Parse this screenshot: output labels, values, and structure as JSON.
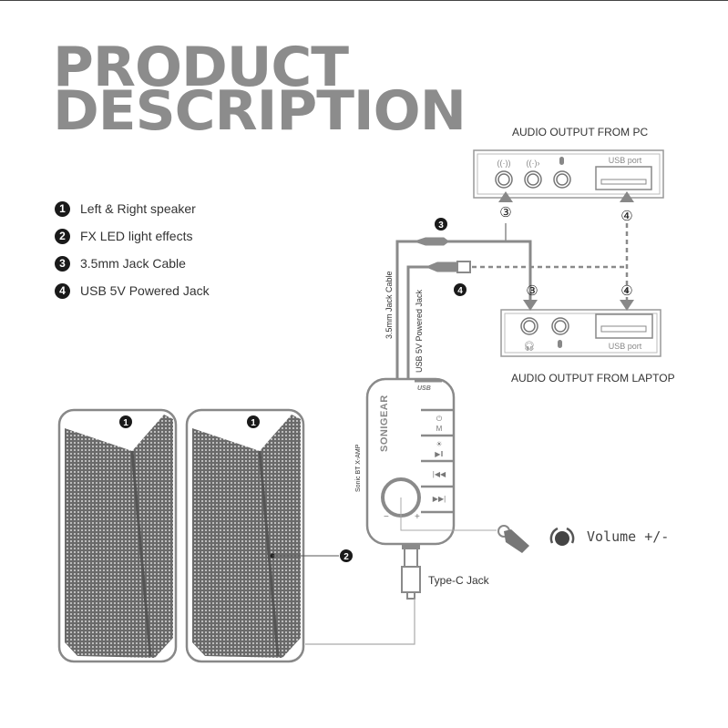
{
  "title": {
    "line1": "PRODUCT",
    "line2": "DESCRIPTION"
  },
  "legend": [
    {
      "num": "1",
      "label": "Left & Right speaker"
    },
    {
      "num": "2",
      "label": "FX LED light effects"
    },
    {
      "num": "3",
      "label": "3.5mm Jack Cable"
    },
    {
      "num": "4",
      "label": "USB 5V Powered Jack"
    }
  ],
  "pc": {
    "heading": "AUDIO OUTPUT FROM PC",
    "usb_label": "USB port"
  },
  "laptop": {
    "heading": "AUDIO OUTPUT FROM LAPTOP",
    "usb_label": "USB port"
  },
  "cables": {
    "jack_label": "3.5mm Jack Cable",
    "usb_label": "USB 5V Powered Jack",
    "jack_num": "3",
    "usb_num": "4",
    "circled_3": "③",
    "circled_4": "④"
  },
  "controller": {
    "brand": "SONIGEAR",
    "model": "Sonic BT X-AMP",
    "usb_mark": "USB",
    "mode_label": "M",
    "minus": "−",
    "plus": "+"
  },
  "typec": {
    "label": "Type-C Jack"
  },
  "volume": {
    "label": "Volume +/-"
  },
  "speaker_badge": "1",
  "led_badge": "2",
  "colors": {
    "title": "#8c8c8c",
    "cable": "#8a8a8a",
    "dark": "#1a1a1a"
  }
}
